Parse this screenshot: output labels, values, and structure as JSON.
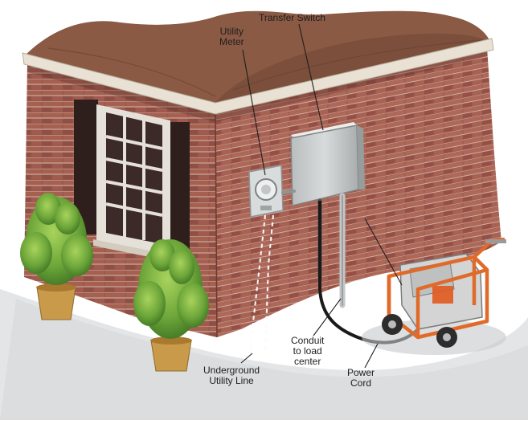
{
  "labels": {
    "utility_meter": [
      "Utility",
      "Meter"
    ],
    "transfer_switch": "Transfer Switch",
    "conduit": [
      "Conduit",
      "to load",
      "center"
    ],
    "underground_line": [
      "Underground",
      "Utility Line"
    ],
    "power_cord": [
      "Power",
      "Cord"
    ]
  },
  "colors": {
    "brick_left": "#9b574b",
    "brick_right": "#a25e52",
    "mortar": "#c9a79c",
    "roof": "#8a5a44",
    "trim": "#e9e2d4",
    "window_frame": "#3a2320",
    "panel": "#cfd2d2",
    "generator_frame": "#e06a2a",
    "ground": "#dfe0e1",
    "foliage": "#6da63a",
    "pot": "#c99a49"
  }
}
